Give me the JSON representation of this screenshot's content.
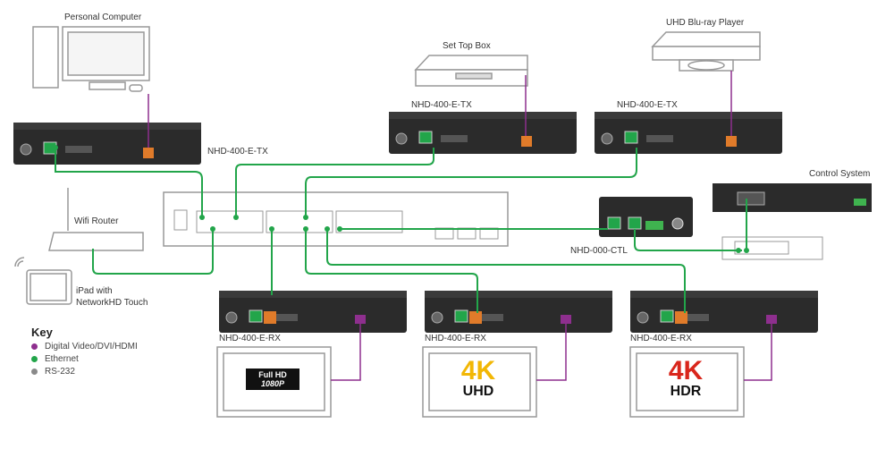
{
  "labels": {
    "pc": "Personal Computer",
    "stb": "Set Top Box",
    "bluray": "UHD Blu-ray Player",
    "tx1": "NHD-400-E-TX",
    "tx2": "NHD-400-E-TX",
    "tx3": "NHD-400-E-TX",
    "wifi": "Wifi Router",
    "ipad_line1": "iPad with",
    "ipad_line2": "NetworkHD Touch",
    "control": "Control System",
    "ctl": "NHD-000-CTL",
    "rx1": "NHD-400-E-RX",
    "rx2": "NHD-400-E-RX",
    "rx3": "NHD-400-E-RX"
  },
  "screens": {
    "tv1_line1": "Full HD",
    "tv1_line2": "1080P",
    "tv2_line1": "4K",
    "tv2_line2": "UHD",
    "tv3_line1": "4K",
    "tv3_line2": "HDR"
  },
  "key": {
    "title": "Key",
    "items": [
      {
        "label": "Digital Video/DVI/HDMI",
        "color": "#8e2f8e"
      },
      {
        "label": "Ethernet",
        "color": "#22a54a"
      },
      {
        "label": "RS-232",
        "color": "#8a8a8a"
      }
    ]
  },
  "colors": {
    "ethernet": "#22a54a",
    "video": "#8e2f8e",
    "device": "#2b2b2b",
    "outline": "#999999"
  }
}
